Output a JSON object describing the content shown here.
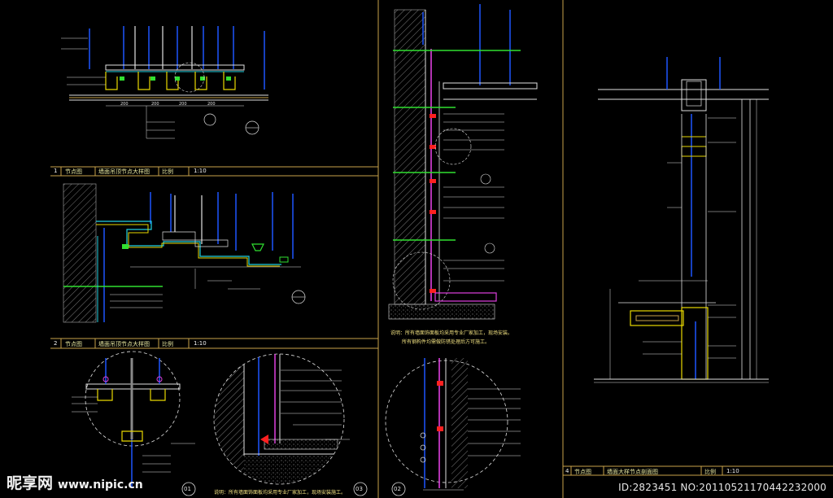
{
  "panels": [
    {
      "num": "1",
      "tag": "节点图",
      "title": "墙面吊顶节点大样图",
      "scale_label": "比例",
      "scale": "1:10"
    },
    {
      "num": "2",
      "tag": "节点图",
      "title": "墙面吊顶节点大样图",
      "scale_label": "比例",
      "scale": "1:10"
    },
    {
      "num": "4",
      "tag": "节点图",
      "title": "墙面大样节点剖面图",
      "scale_label": "比例",
      "scale": "1:10"
    }
  ],
  "detail_bubbles": [
    "01",
    "03",
    "02"
  ],
  "notes": {
    "middle_1": "说明：所有墙面饰面板均采用专业厂家加工，现场安装。",
    "middle_2": "所有钢构件均需做防锈处理后方可施工。",
    "bottom": "说明：所有墙面饰面板均采用专业厂家加工，现场安装施工。"
  },
  "watermark": {
    "logo_cn": "昵享网",
    "logo_en": "www.nipic.cn",
    "id_text": "ID:2823451 NO:20110521170442232000"
  },
  "colors": {
    "frame": "#c8a24a",
    "blue": "#1e56ff",
    "cyan": "#20d0e0",
    "green": "#30e030",
    "magenta": "#e040e0",
    "red": "#ff2020",
    "yellow": "#e8d800",
    "white": "#e0e0e0"
  }
}
